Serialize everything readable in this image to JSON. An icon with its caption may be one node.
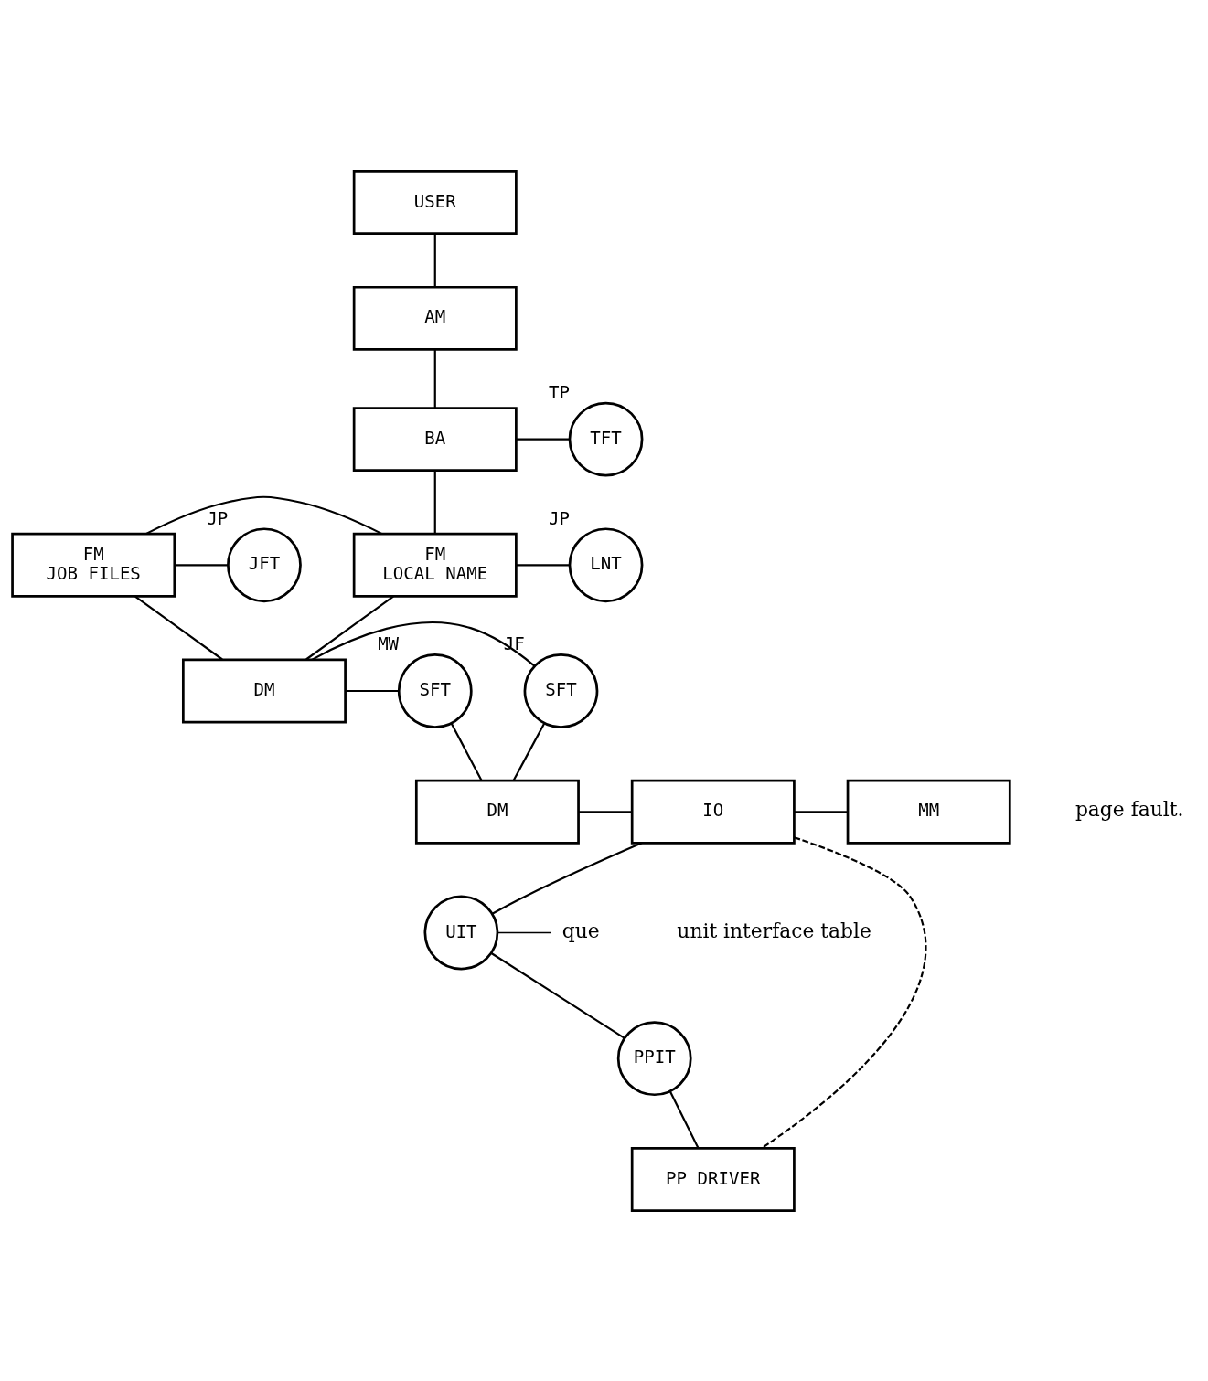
{
  "diagram": {
    "nodes": [
      {
        "text": [
          "USER"
        ]
      },
      {
        "text": [
          "AM"
        ]
      },
      {
        "text": [
          "BA"
        ]
      },
      {
        "text": [
          "TFT"
        ],
        "beside": [
          "TP"
        ]
      },
      {
        "text": [
          "FM",
          "JOB FILES"
        ]
      },
      {
        "text": [
          "FM",
          "LOCAL NAME"
        ]
      },
      {
        "text": [
          "JFT"
        ],
        "beside": [
          "JP"
        ]
      },
      {
        "text": [
          "LNT"
        ],
        "beside": [
          "JP"
        ]
      },
      {
        "text": [
          "DM"
        ]
      },
      {
        "text": [
          "SFT"
        ],
        "beside": [
          "JF"
        ]
      },
      {
        "text": [
          "SFT"
        ],
        "beside": [
          "MW"
        ]
      },
      {
        "text": [
          "DM"
        ]
      },
      {
        "text": [
          "IO"
        ]
      },
      {
        "text": [
          "MM"
        ]
      },
      {
        "text": [
          "UIT"
        ]
      },
      {
        "text": [
          "que"
        ]
      },
      {
        "text": [
          "PPIT"
        ]
      },
      {
        "text": [
          "PP DRIVER"
        ]
      }
    ],
    "edges": [
      {
        "from": 0,
        "to": 1,
        "arrow": "none"
      },
      {
        "from": 1,
        "to": 2,
        "arrow": "none"
      },
      {
        "from": 2,
        "to": 3,
        "arrow": "none"
      },
      {
        "from": 2,
        "to": 5,
        "arrow": "none"
      },
      {
        "from": 4,
        "to": 5,
        "arrow": "none"
      },
      {
        "from": 4,
        "to": 6,
        "arrow": "none"
      },
      {
        "from": 5,
        "to": 7,
        "arrow": "none"
      },
      {
        "from": 4,
        "to": 8,
        "arrow": "none"
      },
      {
        "from": 5,
        "to": 8,
        "arrow": "none"
      },
      {
        "from": 8,
        "to": 9,
        "arrow": "none"
      },
      {
        "from": 8,
        "to": 10,
        "arrow": "none"
      },
      {
        "from": 9,
        "to": 11,
        "arrow": "none"
      },
      {
        "from": 10,
        "to": 11,
        "arrow": "none"
      },
      {
        "from": 11,
        "to": 12,
        "arrow": "none"
      },
      {
        "from": 12,
        "to": 13,
        "arrow": "none"
      },
      {
        "from": 12,
        "to": 14,
        "arrow": "none"
      },
      {
        "from": 14,
        "to": 15,
        "arrow": "none"
      },
      {
        "from": 14,
        "to": 16,
        "arrow": "none"
      },
      {
        "from": 16,
        "to": 17,
        "arrow": "none"
      },
      {
        "from": 12,
        "to": 17,
        "arrow": "none",
        "style": "dashed"
      }
    ],
    "labels": [
      "page fault.",
      "unit interface table"
    ]
  }
}
